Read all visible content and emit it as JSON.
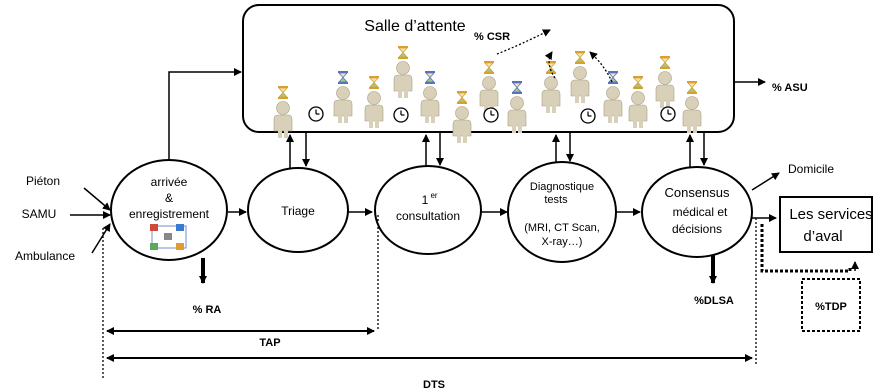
{
  "waiting_room": {
    "title": "Salle d’attente"
  },
  "metrics": {
    "csr": "% CSR",
    "asu": "% ASU",
    "ra": "% RA",
    "dlsa": "%DLSA",
    "tdp": "%TDP"
  },
  "inputs": [
    "Piéton",
    "SAMU",
    "Ambulance"
  ],
  "stages": {
    "arrival": {
      "lines": [
        "arrivée",
        "&",
        "enregistrement"
      ]
    },
    "triage": {
      "label": "Triage"
    },
    "consultation": {
      "sup": "er",
      "num": "1",
      "label": "consultation"
    },
    "diagnostic": {
      "lines": [
        "Diagnostique",
        "tests",
        "(MRI, CT Scan,",
        "X-ray…)"
      ]
    },
    "consensus": {
      "lines": [
        "Consensus",
        "médical et",
        "décisions"
      ]
    }
  },
  "outcomes": {
    "home": "Domicile",
    "downstream": [
      "Les services",
      "d’aval"
    ]
  },
  "intervals": {
    "tap": "TAP",
    "dts": "DTS"
  },
  "colors": {
    "stroke": "#000000",
    "patient": "#d8d0b8",
    "hourglass_gold": "#d9a030",
    "hourglass_blue": "#5a73b8"
  },
  "icons": [
    "patient-figure-icon",
    "hourglass-icon",
    "clock-icon",
    "arrow-icon"
  ]
}
